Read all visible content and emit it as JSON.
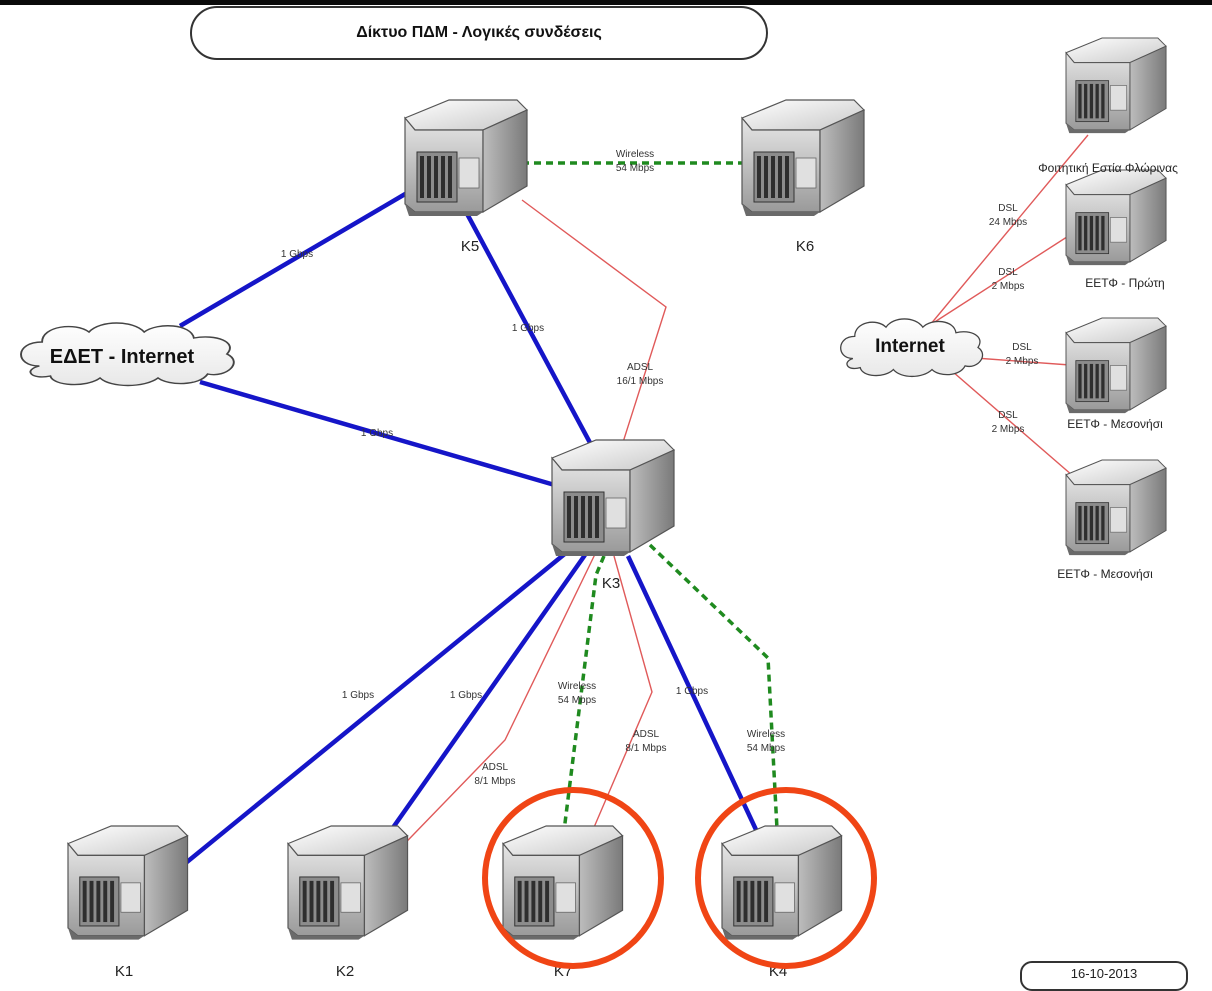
{
  "title": "Δίκτυο ΠΔΜ - Λογικές συνδέσεις",
  "date": "16-10-2013",
  "colors": {
    "fiber": "#1515c8",
    "wireless": "#1f8a1f",
    "adsl": "#e05a5a",
    "highlight": "#f04515"
  },
  "nodes": {
    "k1": "K1",
    "k2": "K2",
    "k3": "K3",
    "k4": "K4",
    "k5": "K5",
    "k6": "K6",
    "k7": "K7",
    "florina": "Φοιτητική Εστία Φλώρινας",
    "eetf_proti": "ΕΕΤΦ - Πρώτη",
    "eetf_mesonisi_1": "ΕΕΤΦ - Μεσονήσι",
    "eetf_mesonisi_2": "ΕΕΤΦ - Μεσονήσι"
  },
  "clouds": {
    "edet": "ΕΔΕΤ - Internet",
    "internet": "Internet"
  },
  "links": {
    "k5_k6": [
      "Wireless",
      "54 Mbps"
    ],
    "edet_k5": "1 Gbps",
    "k5_k3": "1 Gbps",
    "k5_k3_adsl": [
      "ADSL",
      "16/1 Mbps"
    ],
    "edet_k3": "1 Gbps",
    "k3_k1": "1 Gbps",
    "k3_k2": "1 Gbps",
    "k3_k2_adsl": [
      "ADSL",
      "8/1 Mbps"
    ],
    "k3_k7_wireless": [
      "Wireless",
      "54 Mbps"
    ],
    "k3_k7_adsl": [
      "ADSL",
      "8/1 Mbps"
    ],
    "k3_k4": "1 Gbps",
    "k3_k4_wireless": [
      "Wireless",
      "54 Mbps"
    ],
    "inet_florina": [
      "DSL",
      "24 Mbps"
    ],
    "inet_proti": [
      "DSL",
      "2 Mbps"
    ],
    "inet_mesonisi_1": [
      "DSL",
      "2 Mbps"
    ],
    "inet_mesonisi_2": [
      "DSL",
      "2 Mbps"
    ]
  }
}
